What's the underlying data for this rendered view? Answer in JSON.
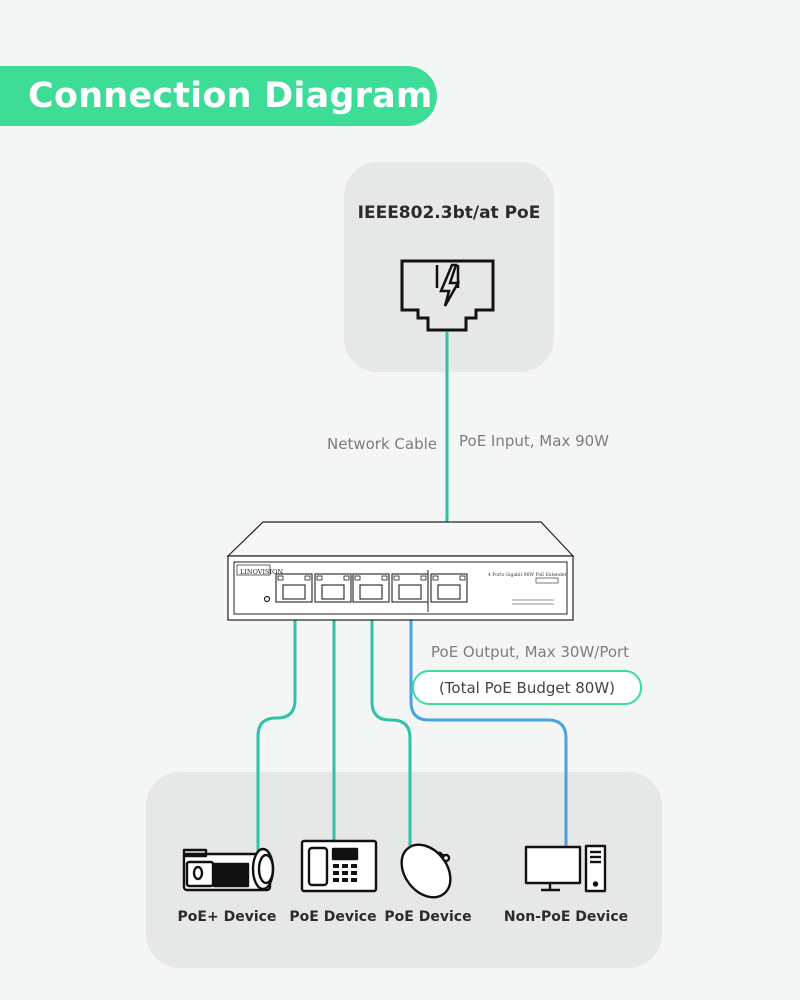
{
  "title": "Connection Diagram",
  "source": {
    "label": "IEEE802.3bt/at PoE"
  },
  "labels": {
    "network_cable": "Network Cable",
    "poe_input": "PoE Input, Max 90W",
    "poe_output": "PoE Output, Max 30W/Port",
    "budget": "(Total PoE Budget 80W)"
  },
  "switch": {
    "brand": "LINOVISION",
    "model": "4 Ports Gigabit 90W PoE Extender"
  },
  "devices": [
    {
      "label": "PoE+ Device",
      "icon": "camera-icon"
    },
    {
      "label": "PoE Device",
      "icon": "ip-phone-icon"
    },
    {
      "label": "PoE Device",
      "icon": "access-point-icon"
    },
    {
      "label": "Non-PoE Device",
      "icon": "computer-icon"
    }
  ],
  "colors": {
    "accent_green": "#3ddc97",
    "cable_teal": "#2ec2a8",
    "cable_blue": "#4aa3dc"
  }
}
